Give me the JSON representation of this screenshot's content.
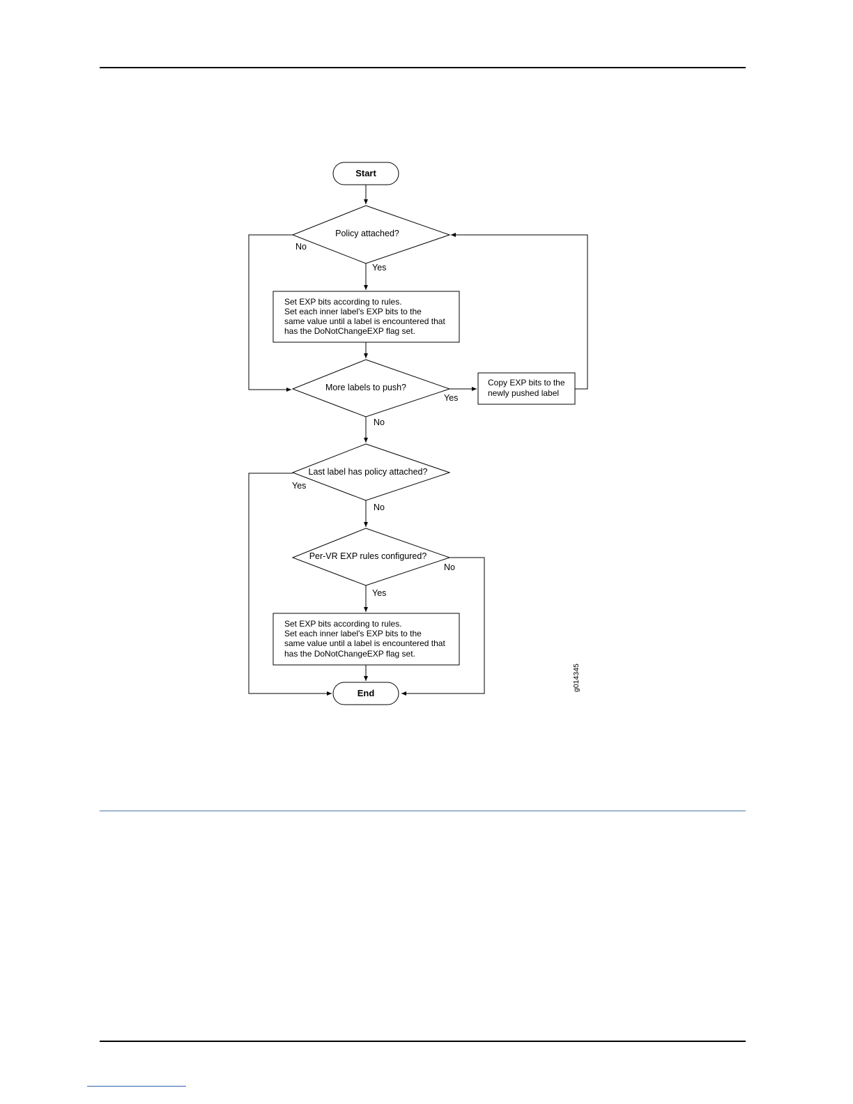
{
  "diagram": {
    "start": "Start",
    "end": "End",
    "decisions": {
      "policy_attached": "Policy attached?",
      "more_labels": "More labels to push?",
      "last_label_policy": "Last label has policy attached?",
      "per_vr_rules": "Per-VR EXP rules configured?"
    },
    "process_set_exp": [
      "Set EXP bits according to rules.",
      "Set each inner label's EXP bits to the",
      "same value until a label is encountered that",
      "has the DoNotChangeEXP flag set."
    ],
    "process_set_exp_2": [
      "Set EXP bits according to rules.",
      "Set each inner label's EXP bits to the",
      "same value until a label is encountered that",
      "has the DoNotChangeEXP flag set."
    ],
    "process_copy_exp": [
      "Copy EXP bits  to the",
      "newly pushed label"
    ],
    "edge_labels": {
      "yes": "Yes",
      "no": "No"
    },
    "figure_id": "g014345"
  }
}
